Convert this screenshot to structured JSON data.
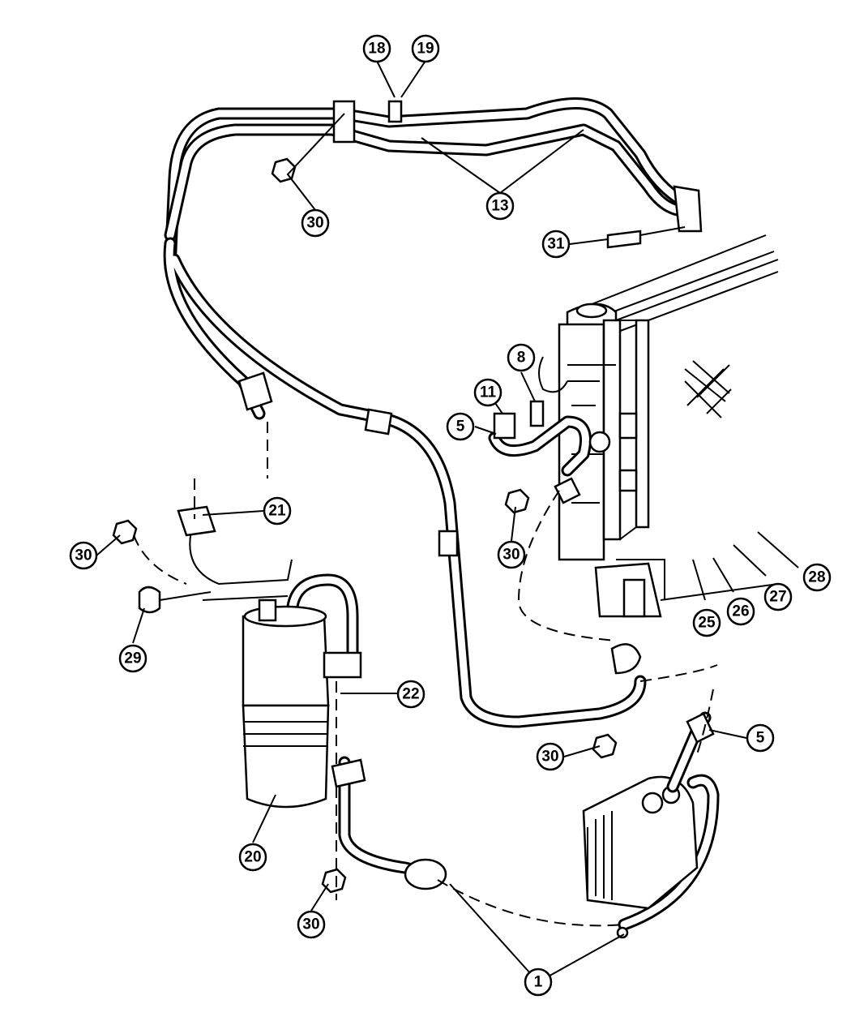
{
  "callouts": [
    {
      "id": "c18",
      "label": "18"
    },
    {
      "id": "c19",
      "label": "19"
    },
    {
      "id": "c13",
      "label": "13"
    },
    {
      "id": "c30a",
      "label": "30"
    },
    {
      "id": "c31",
      "label": "31"
    },
    {
      "id": "c11",
      "label": "11"
    },
    {
      "id": "c8",
      "label": "8"
    },
    {
      "id": "c5a",
      "label": "5"
    },
    {
      "id": "c21",
      "label": "21"
    },
    {
      "id": "c30b",
      "label": "30"
    },
    {
      "id": "c30c",
      "label": "30"
    },
    {
      "id": "c29",
      "label": "29"
    },
    {
      "id": "c28",
      "label": "28"
    },
    {
      "id": "c27",
      "label": "27"
    },
    {
      "id": "c26",
      "label": "26"
    },
    {
      "id": "c25",
      "label": "25"
    },
    {
      "id": "c22",
      "label": "22"
    },
    {
      "id": "c5b",
      "label": "5"
    },
    {
      "id": "c30d",
      "label": "30"
    },
    {
      "id": "c20",
      "label": "20"
    },
    {
      "id": "c30e",
      "label": "30"
    },
    {
      "id": "c1",
      "label": "1"
    }
  ]
}
